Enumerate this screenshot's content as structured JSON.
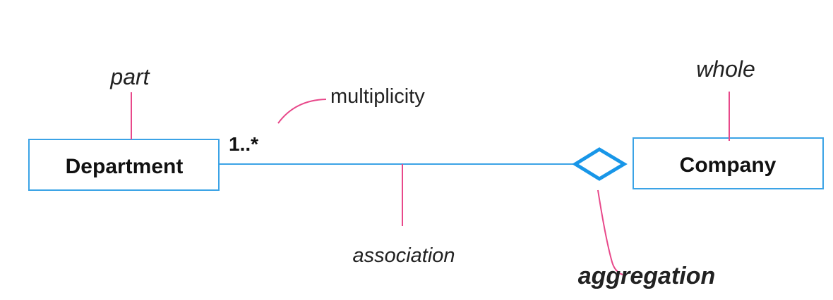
{
  "colors": {
    "box_border": "#3ba3e6",
    "association_line": "#3ba3e6",
    "diamond": "#1896e8",
    "callout_line": "#e8488a",
    "text": "#111111"
  },
  "classes": {
    "department": {
      "label": "Department"
    },
    "company": {
      "label": "Company"
    }
  },
  "association": {
    "multiplicity": "1..*"
  },
  "annotations": {
    "part": "part",
    "whole": "whole",
    "multiplicity": "multiplicity",
    "association": "association",
    "aggregation": "aggregation"
  }
}
